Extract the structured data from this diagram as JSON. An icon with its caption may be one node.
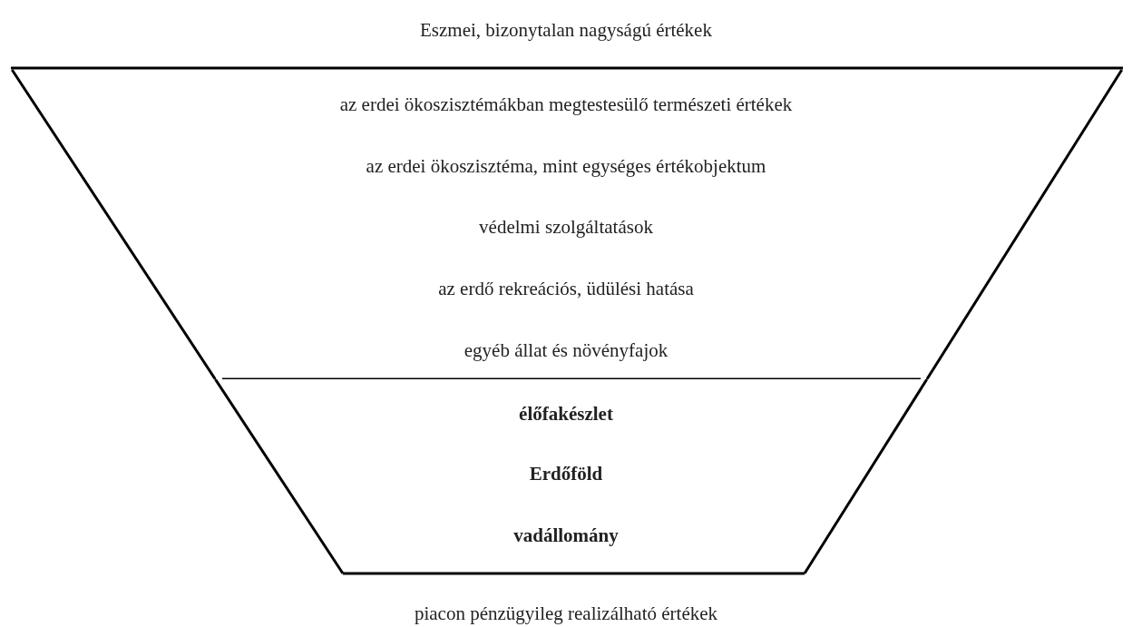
{
  "diagram": {
    "title": "Eszmei, bizonytalan nagyságú értékek",
    "caption": "piacon pénzügyileg realizálható értékek",
    "nodes": [
      {
        "text": [
          "az erdei ökoszisztémákban megtestesülő természeti értékek",
          "az erdei ökoszisztéma, mint egységes értékobjektum",
          "védelmi szolgáltatások",
          "az erdő rekreációs, üdülési hatása",
          "egyéb állat és növényfajok"
        ]
      },
      {
        "text": [
          "élőfakészlet",
          "Erdőföld",
          "vadállomány"
        ]
      }
    ],
    "edges": []
  }
}
